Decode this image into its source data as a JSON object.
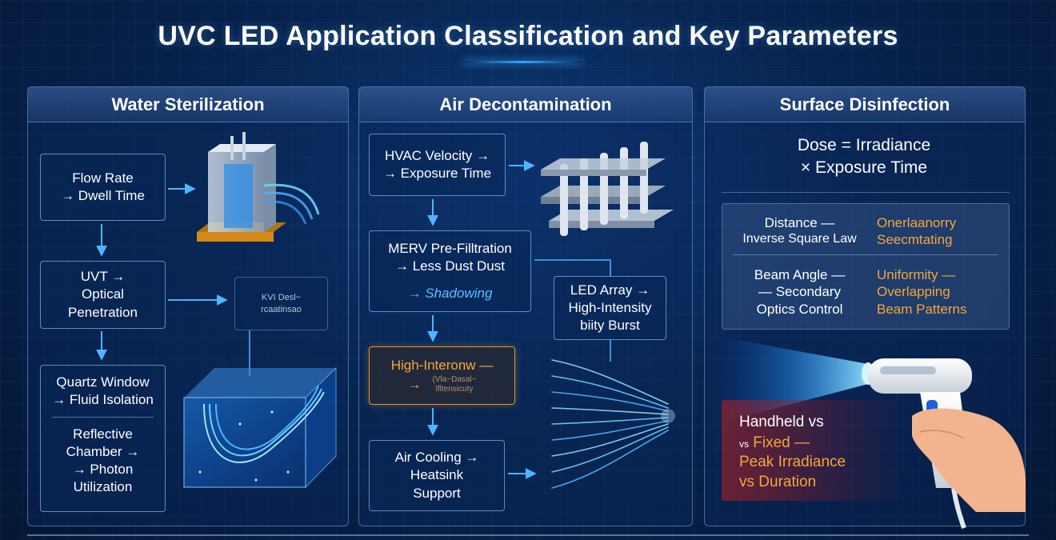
{
  "title": "UVC LED Application Classification and Key Parameters",
  "colors": {
    "accent_blue": "#33a8ff",
    "highlight_orange": "#f3a83a",
    "warning_red": "#c8262e"
  },
  "panels": {
    "water": {
      "header": "Water Sterilization",
      "flow_rate": {
        "line1": "Flow Rate",
        "line2": "→ Dwell Time"
      },
      "uvt": {
        "line1": "UVT →",
        "line2": "Optical",
        "line3": "Penetration"
      },
      "faint": {
        "line1": "KVI Desl~",
        "line2": "rcaatinsao"
      },
      "quartz": {
        "line1": "Quartz Window",
        "line2": "→ Fluid Isolation"
      },
      "reflective": {
        "line1": "Reflective",
        "line2": "Chamber →",
        "line3": "→ Photon",
        "line4": "Utilization"
      }
    },
    "air": {
      "header": "Air Decontamination",
      "hvac": {
        "line1": "HVAC Velocity →",
        "line2": "→ Exposure Time"
      },
      "merv": {
        "line1": "MERV Pre-Filltration",
        "line2": "→ Less Dust Dust",
        "line3": "→ Shadowing"
      },
      "led_array": {
        "line1": "LED Array →",
        "line2": "High-Intensity",
        "line3": "biity Burst"
      },
      "high_int": {
        "line1": "High-Interonw —",
        "line2": "→",
        "line3": "(Vla~Dasal~",
        "line4": "lfltensicuty"
      },
      "air_cooling": {
        "line1": "Air Cooling →",
        "line2": "Heatsink",
        "line3": "Support"
      }
    },
    "surface": {
      "header": "Surface Disinfection",
      "dose": {
        "line1": "Dose = Irradiance",
        "line2": "× Exposure Time"
      },
      "distance": {
        "line1": "Distance —",
        "line2": "Inverse Square Law"
      },
      "overlap_top": {
        "line1": "Onerlaanorry",
        "line2": "Seecmtating"
      },
      "beam": {
        "line1": "Beam Angle —",
        "line2": "— Secondary",
        "line3": "Optics Control"
      },
      "uniformity": {
        "line1": "Uniformity —",
        "line2": "Overlapping",
        "line3": "Beam Patterns"
      },
      "handheld": {
        "line1": "Handheld vs",
        "line2_prefix": "vs",
        "line2": "Fixed —",
        "line3": "Peak Irradiance",
        "line4": "vs Duration"
      }
    }
  }
}
